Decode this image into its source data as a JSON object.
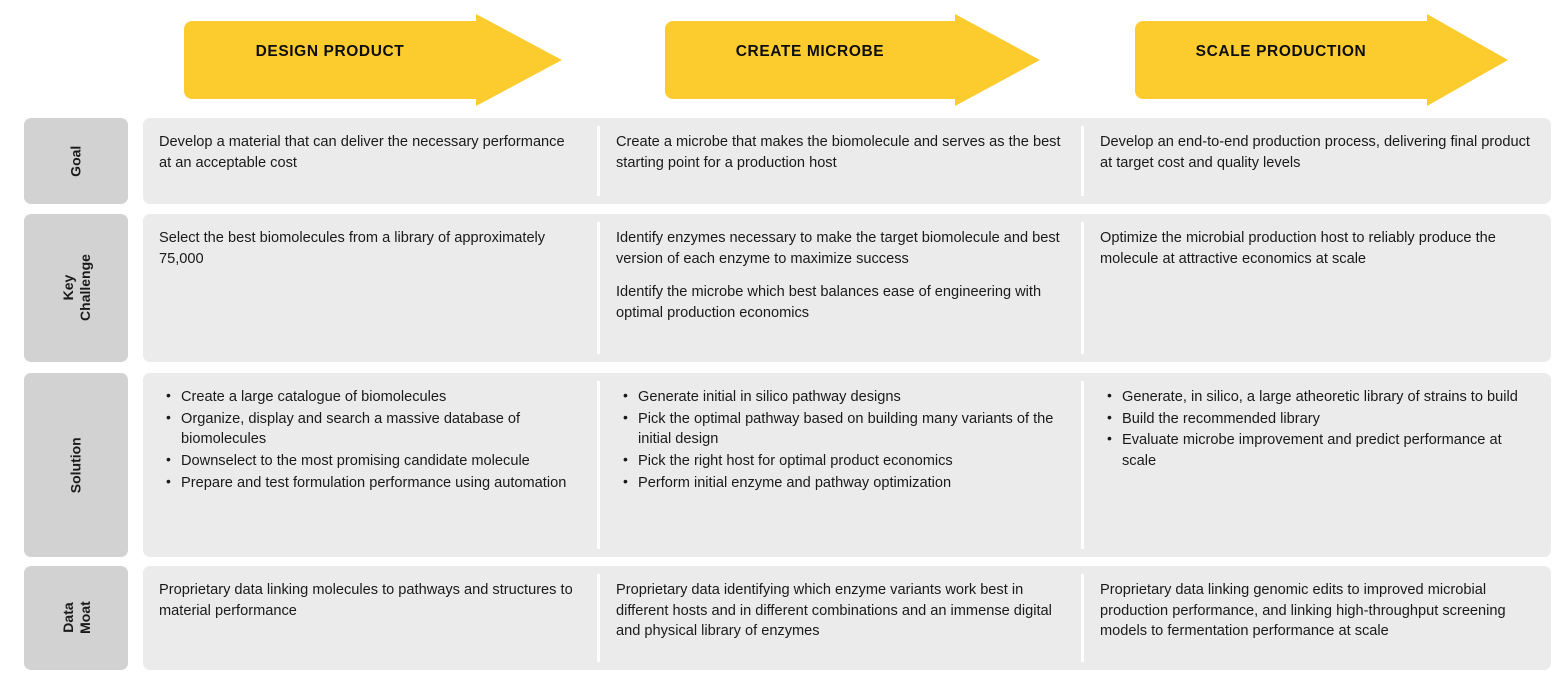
{
  "phases": [
    {
      "id": "design-product",
      "label": "DESIGN PRODUCT"
    },
    {
      "id": "create-microbe",
      "label": "CREATE MICROBE"
    },
    {
      "id": "scale-production",
      "label": "SCALE PRODUCTION"
    }
  ],
  "colors": {
    "arrow_yellow": "#FCCC2F",
    "row_label_gray": "#D2D2D2",
    "panel_gray": "#EBEBEB",
    "divider_white": "#FFFFFF",
    "text": "#1A1A1A"
  },
  "rows": [
    {
      "id": "goal",
      "label": "Goal",
      "cells": [
        {
          "type": "paragraphs",
          "paragraphs": [
            "Develop a material that can deliver the necessary performance at an acceptable cost"
          ]
        },
        {
          "type": "paragraphs",
          "paragraphs": [
            "Create a microbe that makes the biomolecule and serves as the best starting point for a production host"
          ]
        },
        {
          "type": "paragraphs",
          "paragraphs": [
            "Develop an end-to-end production process, delivering final product at target cost and quality levels"
          ]
        }
      ]
    },
    {
      "id": "key-challenge",
      "label": "Key\nChallenge",
      "cells": [
        {
          "type": "paragraphs",
          "paragraphs": [
            "Select the best biomolecules from a library of approximately 75,000"
          ]
        },
        {
          "type": "paragraphs",
          "paragraphs": [
            "Identify enzymes necessary to make the target biomolecule and best version of each enzyme to maximize success",
            "Identify the microbe which best balances ease of engineering with optimal production economics"
          ]
        },
        {
          "type": "paragraphs",
          "paragraphs": [
            "Optimize the microbial production host to reliably produce the molecule at attractive economics at scale"
          ]
        }
      ]
    },
    {
      "id": "solution",
      "label": "Solution",
      "cells": [
        {
          "type": "bullets",
          "bullets": [
            "Create a large catalogue of biomolecules",
            "Organize, display and search a massive database of biomolecules",
            "Downselect to the most promising candidate molecule",
            "Prepare and test formulation performance using automation"
          ]
        },
        {
          "type": "bullets",
          "bullets": [
            "Generate initial in silico pathway designs",
            "Pick the optimal pathway based on building many variants of the initial design",
            "Pick the right host for optimal product economics",
            "Perform initial enzyme and pathway optimization"
          ]
        },
        {
          "type": "bullets",
          "bullets": [
            "Generate, in silico, a large atheoretic library of strains to build",
            "Build the recommended library",
            "Evaluate microbe improvement and predict performance at scale"
          ]
        }
      ]
    },
    {
      "id": "data-moat",
      "label": "Data\nMoat",
      "cells": [
        {
          "type": "paragraphs",
          "paragraphs": [
            "Proprietary data linking molecules to pathways and structures to material performance"
          ]
        },
        {
          "type": "paragraphs",
          "paragraphs": [
            "Proprietary data identifying which enzyme variants work best in different hosts and in different combinations and an immense digital and physical library of enzymes"
          ]
        },
        {
          "type": "paragraphs",
          "paragraphs": [
            "Proprietary data linking genomic edits to improved microbial production performance, and linking high-throughput screening models to fermentation performance at scale"
          ]
        }
      ]
    }
  ]
}
